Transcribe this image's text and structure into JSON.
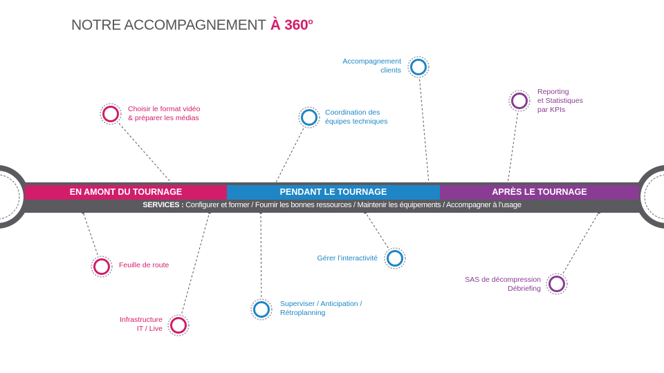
{
  "title": {
    "text": "NOTRE ACCOMPAGNEMENT",
    "accent": "À 360",
    "accent_sup": "o"
  },
  "colors": {
    "pink": "#d21d6b",
    "blue": "#1e86c6",
    "purple": "#8a3c94",
    "gray": "#5a5a5f"
  },
  "phases": [
    {
      "label": "EN AMONT DU TOURNAGE",
      "color": "#d21d6b"
    },
    {
      "label": "PENDANT LE TOURNAGE",
      "color": "#1e86c6"
    },
    {
      "label": "APRÈS LE TOURNAGE",
      "color": "#8a3c94"
    }
  ],
  "services": {
    "label": "SERVICES :",
    "text": "Configurer et former  / Fournir les  bonnes ressources / Maintenir les équipements / Accompagner à l’usage"
  },
  "items": [
    {
      "lines": [
        "Choisir le format vidéo",
        "& préparer les médias"
      ],
      "color": "#d21d6b"
    },
    {
      "lines": [
        "Feuille de route"
      ],
      "color": "#d21d6b"
    },
    {
      "lines": [
        "Infrastructure",
        "IT / Live"
      ],
      "color": "#d21d6b"
    },
    {
      "lines": [
        "Coordination des",
        "équipes techniques"
      ],
      "color": "#1e86c6"
    },
    {
      "lines": [
        "Accompagnement",
        "clients"
      ],
      "color": "#1e86c6"
    },
    {
      "lines": [
        "Gérer l’interactivité"
      ],
      "color": "#1e86c6"
    },
    {
      "lines": [
        "Superviser / Anticipation /",
        "Rétroplanning"
      ],
      "color": "#1e86c6"
    },
    {
      "lines": [
        "Reporting",
        "et Statistiques",
        "par KPIs"
      ],
      "color": "#8a3c94"
    },
    {
      "lines": [
        "SAS de décompression",
        "Débriefing"
      ],
      "color": "#8a3c94"
    }
  ]
}
